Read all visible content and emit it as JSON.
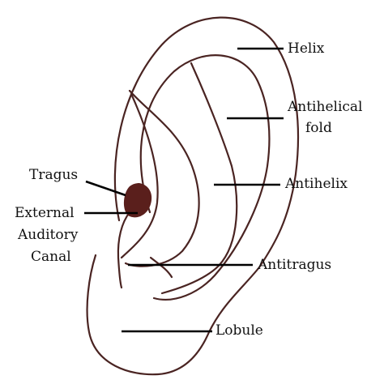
{
  "diagram": {
    "colors": {
      "outline": "#4a2422",
      "canal_fill": "#5a1f1c",
      "leader": "#000000",
      "text": "#111111"
    },
    "labels": {
      "helix": "Helix",
      "antihelical_fold_line1": "Antihelical",
      "antihelical_fold_line2": "fold",
      "tragus": "Tragus",
      "external_line1": "External",
      "external_line2": "Auditory",
      "external_line3": "Canal",
      "antihelix": "Antihelix",
      "antitragus": "Antitragus",
      "lobule": "Lobule"
    }
  }
}
